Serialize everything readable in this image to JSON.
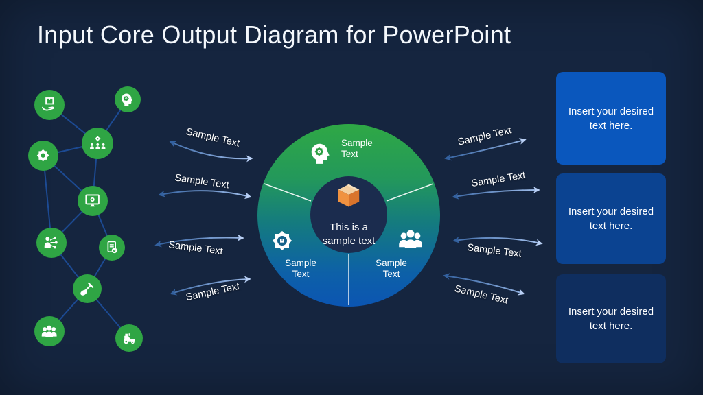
{
  "header": {
    "title": "Input Core Output Diagram for PowerPoint"
  },
  "background_color": "#15253f",
  "left_network": {
    "node_color": "#2fa544",
    "line_color": "#1d4d98",
    "nodes": [
      {
        "icon": "hand-box-icon"
      },
      {
        "icon": "head-gear-icon"
      },
      {
        "icon": "team-gear-icon"
      },
      {
        "icon": "gear-icon"
      },
      {
        "icon": "monitor-gear-icon"
      },
      {
        "icon": "person-hierarchy-icon"
      },
      {
        "icon": "document-check-icon"
      },
      {
        "icon": "shovel-icon"
      },
      {
        "icon": "people-group-icon"
      },
      {
        "icon": "tractor-icon"
      }
    ]
  },
  "core": {
    "gradient_top": "#2fa845",
    "gradient_bottom": "#0b55b2",
    "inner_circle_color": "#1b2c4e",
    "segments": [
      {
        "icon": "head-gear-icon",
        "label": "Sample\nText"
      },
      {
        "icon": "gear-box-icon",
        "label": "Sample\nText"
      },
      {
        "icon": "people-group-icon",
        "label": "Sample\nText"
      }
    ],
    "center": {
      "icon": "package-box-icon",
      "label": "This is a\nsample text"
    }
  },
  "arrows": {
    "color_dark": "#33619f",
    "color_light": "#b9d0f5",
    "left": [
      {
        "label": "Sample Text"
      },
      {
        "label": "Sample Text"
      },
      {
        "label": "Sample Text"
      },
      {
        "label": "Sample Text"
      }
    ],
    "right": [
      {
        "label": "Sample Text"
      },
      {
        "label": "Sample Text"
      },
      {
        "label": "Sample Text"
      },
      {
        "label": "Sample Text"
      }
    ]
  },
  "output_boxes": [
    {
      "text": "Insert your desired text here.",
      "color": "#0a57bd"
    },
    {
      "text": "Insert your desired text here.",
      "color": "#0b4391"
    },
    {
      "text": "Insert your desired text here.",
      "color": "#0f2e5f"
    }
  ]
}
